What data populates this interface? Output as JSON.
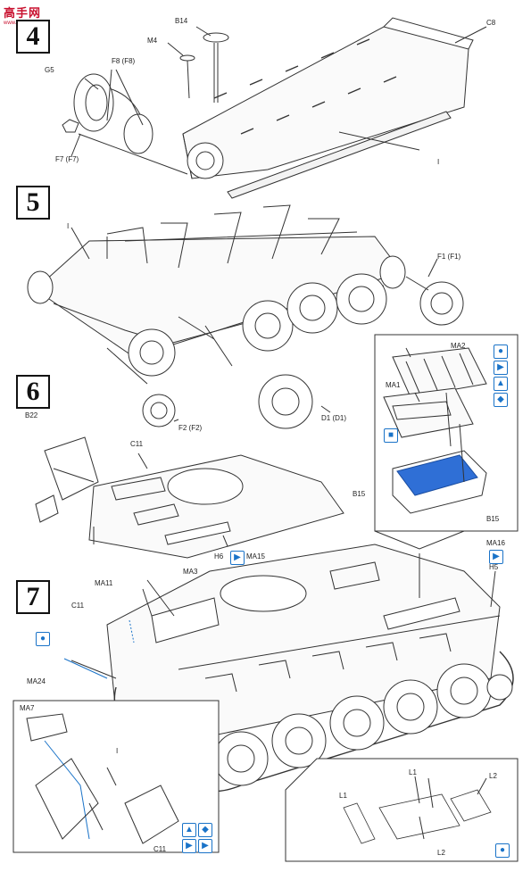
{
  "watermark": {
    "main": "高手网",
    "sub": "www.gaoshou.net"
  },
  "steps": [
    "4",
    "5",
    "6",
    "7"
  ],
  "labels": {
    "b14": "B14",
    "m4": "M4",
    "c8": "C8",
    "g5": "G5",
    "f8": "F8 (F8)",
    "f7": "F7 (F7)",
    "i_step4": "I",
    "i_step5": "I",
    "f1": "F1 (F1)",
    "f2": "F2 (F2)",
    "d1": "D1 (D1)",
    "ma2": "MA2",
    "ma1": "MA1",
    "b15_inset": "B15",
    "b22": "B22",
    "c11_step6": "C11",
    "h6": "H6",
    "ma15": "MA15",
    "b15": "B15",
    "ma16": "MA16",
    "h5": "H5",
    "ma3": "MA3",
    "ma11": "MA11",
    "c11_step7": "C11",
    "ma24": "MA24",
    "ma7": "MA7",
    "c11_inset": "C11",
    "i_step7": "I",
    "l1_a": "L1",
    "l1_b": "L1",
    "l2_a": "L2",
    "l2_b": "L2"
  },
  "icons": {
    "drop": "glue-drop-icon",
    "cement": "cement-icon",
    "paint": "paint-icon",
    "cut": "cut-icon"
  },
  "colors": {
    "line": "#333333",
    "accent": "#1a73c8",
    "part_fill": "#2f6fd6",
    "watermark": "#c8102e"
  }
}
